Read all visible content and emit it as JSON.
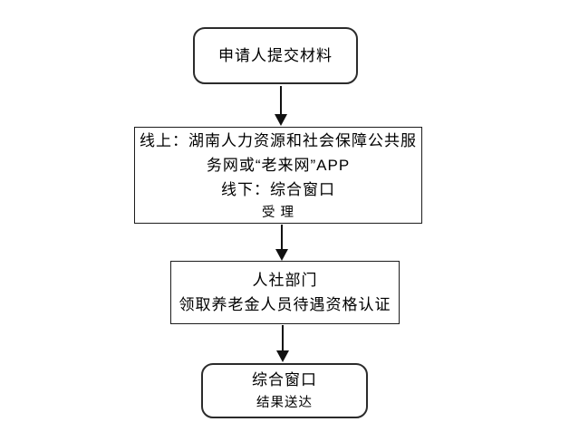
{
  "flowchart": {
    "nodes": {
      "start": {
        "shape": "rounded",
        "lines": [
          "申请人提交材料"
        ]
      },
      "accept": {
        "shape": "rect",
        "lines": [
          "线上：湖南人力资源和社会保障公共服",
          "务网或“老来网”APP",
          "线下：综合窗口",
          "受 理"
        ]
      },
      "certify": {
        "shape": "rect",
        "lines": [
          "人社部门",
          "领取养老金人员待遇资格认证"
        ]
      },
      "deliver": {
        "shape": "rounded",
        "lines": [
          "综合窗口",
          "结果送达"
        ]
      }
    },
    "connectors": [
      {
        "from": "start",
        "to": "accept",
        "direction": "down"
      },
      {
        "from": "accept",
        "to": "certify",
        "direction": "down"
      },
      {
        "from": "certify",
        "to": "deliver",
        "direction": "down"
      }
    ],
    "colors": {
      "background": "#ffffff",
      "border": "#1c1c1c",
      "text": "#000000",
      "arrow": "#111111"
    }
  }
}
